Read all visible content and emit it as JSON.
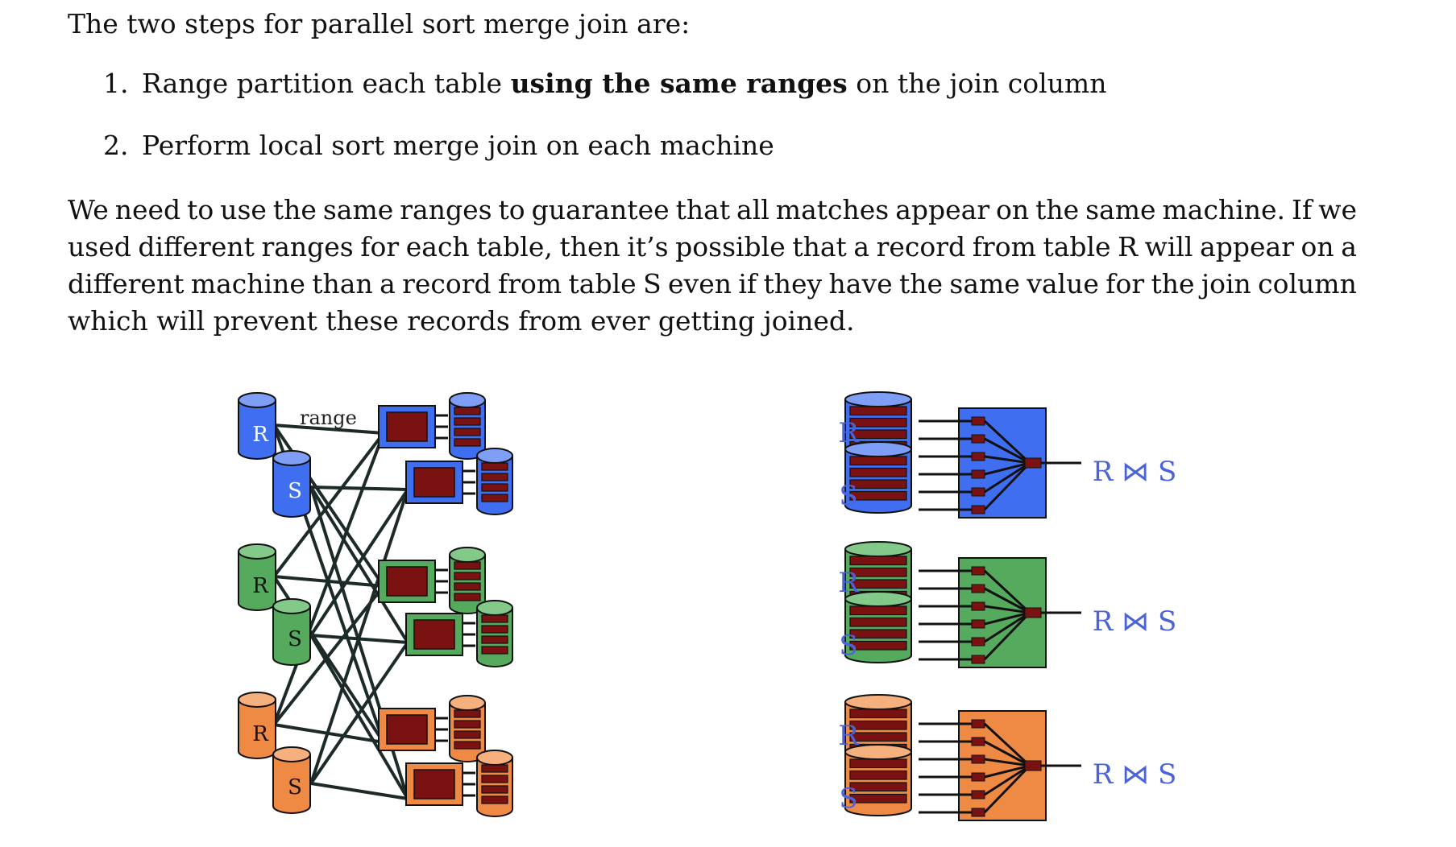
{
  "intro": "The two steps for parallel sort merge join are:",
  "steps": [
    {
      "number": "1.",
      "before": "Range partition each table ",
      "bold": "using the same ranges",
      "after": " on the join column"
    },
    {
      "number": "2.",
      "before": "Perform local sort merge join on each machine",
      "bold": "",
      "after": ""
    }
  ],
  "paragraph": [
    "We need to use the same ranges to guarantee that all matches appear on the same machine. If we",
    "used different ranges for each table, then it’s possible that a record from table R will appear on a",
    "different machine than a record from table S even if they have the same value for the join column",
    "which will prevent these records from ever getting joined."
  ],
  "diagram_left": {
    "range_label": "range",
    "table_r": "R",
    "table_s": "S"
  },
  "diagram_right": {
    "table_r": "R",
    "table_s": "S",
    "join_result": "R ⋈ S"
  },
  "colors": {
    "blue": "#3f6ff0",
    "blue_light": "#7e9ff5",
    "green": "#55aa5d",
    "green_light": "#82c98a",
    "orange": "#ef8a45",
    "orange_light": "#f5b07e",
    "dark_red": "#7a1212",
    "label_blue": "#4a63d8"
  }
}
